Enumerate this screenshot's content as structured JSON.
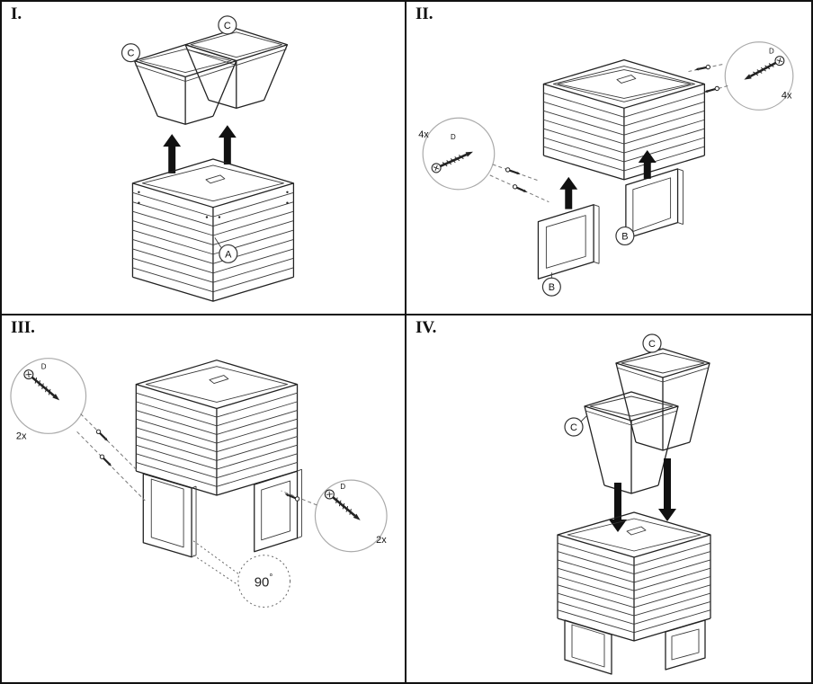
{
  "steps": {
    "s1": {
      "label": "I.",
      "liner_left_label": "C",
      "liner_right_label": "C",
      "box_label": "A"
    },
    "s2": {
      "label": "II.",
      "leg_front_label": "B",
      "leg_rear_label": "B",
      "screw_left_label": "D",
      "screw_right_label": "D",
      "screw_left_qty": "4x",
      "screw_right_qty": "4x"
    },
    "s3": {
      "label": "III.",
      "screw_left_label": "D",
      "screw_right_label": "D",
      "screw_left_qty": "2x",
      "screw_right_qty": "2x",
      "angle_value": "90",
      "angle_unit": "°"
    },
    "s4": {
      "label": "IV.",
      "liner_front_label": "C",
      "liner_rear_label": "C"
    }
  }
}
